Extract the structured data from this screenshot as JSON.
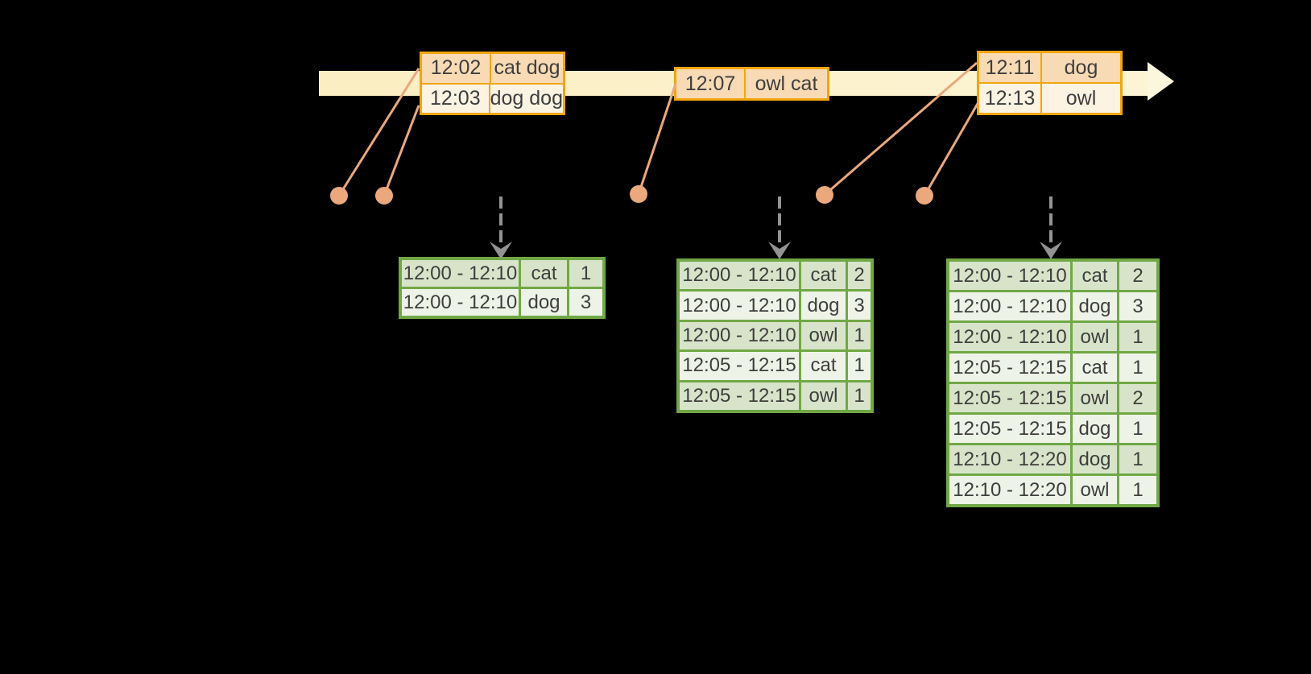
{
  "diagram": {
    "description_visible_text_only": true,
    "colors": {
      "background": "#000000",
      "timeline_band_start": "#fbeec2",
      "timeline_band_end": "#fcf4d4",
      "timeline_arrowhead": "#fcf6dc",
      "event_table_border": "#f1a50e",
      "event_row_dark": "#f8dbb5",
      "event_row_light": "#fdf3e3",
      "result_table_border": "#70a845",
      "result_row_dark": "#d8e4c9",
      "result_row_light": "#eef3e7",
      "connector_orange": "#eba87d",
      "dashed_arrow_gray": "#939393",
      "text": "#3e3e3e"
    }
  },
  "event_tables": [
    {
      "rows": [
        {
          "time": "12:02",
          "words": "cat dog"
        },
        {
          "time": "12:03",
          "words": "dog dog"
        }
      ]
    },
    {
      "rows": [
        {
          "time": "12:07",
          "words": "owl cat"
        }
      ]
    },
    {
      "rows": [
        {
          "time": "12:11",
          "words": "dog"
        },
        {
          "time": "12:13",
          "words": "owl"
        }
      ]
    }
  ],
  "result_tables": [
    {
      "rows": [
        {
          "window": "12:00 - 12:10",
          "word": "cat",
          "count": "1"
        },
        {
          "window": "12:00 - 12:10",
          "word": "dog",
          "count": "3"
        }
      ]
    },
    {
      "rows": [
        {
          "window": "12:00 - 12:10",
          "word": "cat",
          "count": "2"
        },
        {
          "window": "12:00 - 12:10",
          "word": "dog",
          "count": "3"
        },
        {
          "window": "12:00 - 12:10",
          "word": "owl",
          "count": "1"
        },
        {
          "window": "12:05 - 12:15",
          "word": "cat",
          "count": "1"
        },
        {
          "window": "12:05 - 12:15",
          "word": "owl",
          "count": "1"
        }
      ]
    },
    {
      "rows": [
        {
          "window": "12:00 - 12:10",
          "word": "cat",
          "count": "2"
        },
        {
          "window": "12:00 - 12:10",
          "word": "dog",
          "count": "3"
        },
        {
          "window": "12:00 - 12:10",
          "word": "owl",
          "count": "1"
        },
        {
          "window": "12:05 - 12:15",
          "word": "cat",
          "count": "1"
        },
        {
          "window": "12:05 - 12:15",
          "word": "owl",
          "count": "2"
        },
        {
          "window": "12:05 - 12:15",
          "word": "dog",
          "count": "1"
        },
        {
          "window": "12:10 - 12:20",
          "word": "dog",
          "count": "1"
        },
        {
          "window": "12:10 - 12:20",
          "word": "owl",
          "count": "1"
        }
      ]
    }
  ]
}
